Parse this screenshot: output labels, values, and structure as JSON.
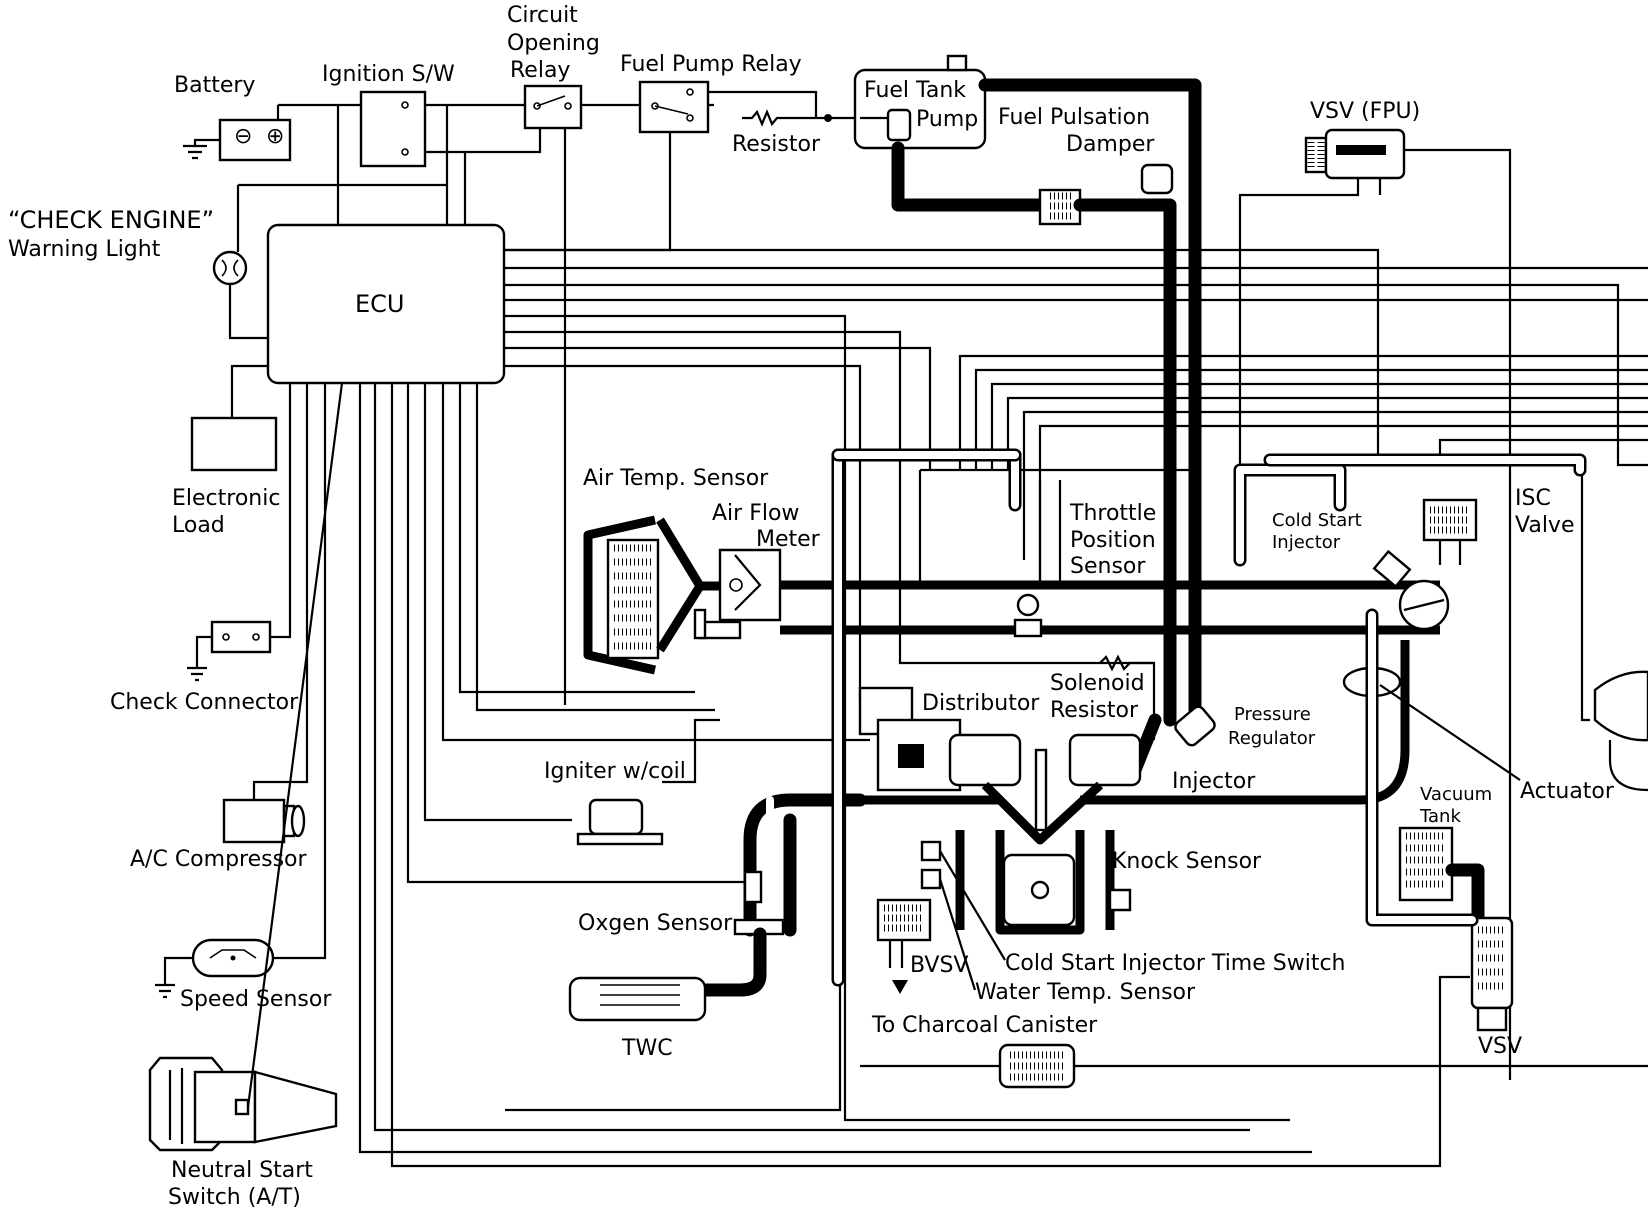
{
  "labels": {
    "battery": "Battery",
    "ignition_sw": "Ignition S/W",
    "circuit_opening_relay_1": "Circuit",
    "circuit_opening_relay_2": "Opening",
    "circuit_opening_relay_3": "Relay",
    "fuel_pump_relay": "Fuel Pump Relay",
    "resistor": "Resistor",
    "fuel_tank": "Fuel Tank",
    "pump": "Pump",
    "fuel_pulsation_damper_1": "Fuel Pulsation",
    "fuel_pulsation_damper_2": "Damper",
    "vsv_fpu": "VSV (FPU)",
    "check_engine_1": "“CHECK ENGINE”",
    "check_engine_2": "Warning Light",
    "ecu": "ECU",
    "electronic_load_1": "Electronic",
    "electronic_load_2": "Load",
    "check_connector": "Check Connector",
    "ac_compressor": "A/C Compressor",
    "speed_sensor": "Speed Sensor",
    "neutral_start_1": "Neutral Start",
    "neutral_start_2": "Switch (A/T)",
    "air_temp_sensor": "Air Temp. Sensor",
    "air_flow_meter_1": "Air Flow",
    "air_flow_meter_2": "Meter",
    "throttle_1": "Throttle",
    "throttle_2": "Position",
    "throttle_3": "Sensor",
    "cold_start_injector_1": "Cold Start",
    "cold_start_injector_2": "Injector",
    "isc_valve_1": "ISC",
    "isc_valve_2": "Valve",
    "solenoid_resistor_1": "Solenoid",
    "solenoid_resistor_2": "Resistor",
    "distributor": "Distributor",
    "pressure_regulator_1": "Pressure",
    "pressure_regulator_2": "Regulator",
    "injector": "Injector",
    "actuator": "Actuator",
    "vacuum_tank_1": "Vacuum",
    "vacuum_tank_2": "Tank",
    "igniter": "Igniter w/coil",
    "knock_sensor": "Knock Sensor",
    "oxygen_sensor": "Oxgen Sensor",
    "cold_start_time_switch": "Cold Start Injector Time Switch",
    "bvsv": "BVSV",
    "water_temp_sensor": "Water Temp. Sensor",
    "to_charcoal_canister": "To Charcoal Canister",
    "twc": "TWC",
    "vsv": "VSV"
  }
}
